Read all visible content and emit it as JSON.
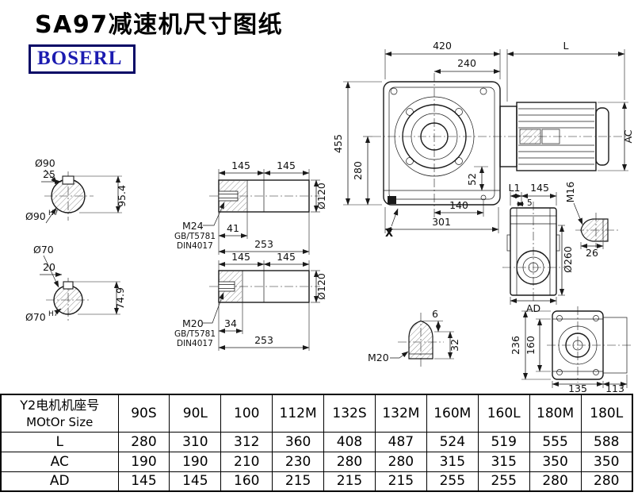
{
  "header": {
    "title": "SA97减速机尺寸图纸",
    "logo": "BOSERL"
  },
  "main_view": {
    "dim_420": "420",
    "dim_L": "L",
    "dim_240": "240",
    "dim_455": "455",
    "dim_280": "280",
    "dim_AC": "AC",
    "dim_52": "52",
    "dim_140": "140",
    "dim_301": "301",
    "label_X": "X"
  },
  "side_view": {
    "dim_L1": "L1",
    "dim_145": "145",
    "dim_5": "5",
    "label_M16": "M16",
    "dim_260": "Ø260",
    "dim_26": "26",
    "dim_AD": "AD"
  },
  "rear_view": {
    "dim_236": "236",
    "dim_160": "160",
    "dim_135": "135",
    "dim_113": "113"
  },
  "cone_detail": {
    "label_M20": "M20",
    "dim_6": "6",
    "dim_32": "32"
  },
  "section_90": {
    "dia": "Ø90",
    "key_w": "25",
    "height": "95.4",
    "fit": "Ø90",
    "fit_tol": "H7"
  },
  "section_70": {
    "dia": "Ø70",
    "key_w": "20",
    "height": "74.9",
    "fit": "Ø70",
    "fit_tol": "H7"
  },
  "shaft_top": {
    "dim_145a": "145",
    "dim_145b": "145",
    "dia": "Ø120",
    "thread": "M24",
    "std1": "GB/T5781",
    "std2": "DIN4017",
    "dim_41": "41",
    "dim_253": "253"
  },
  "shaft_bottom": {
    "dim_145a": "145",
    "dim_145b": "145",
    "dia": "Ø120",
    "thread": "M20",
    "std1": "GB/T5781",
    "std2": "DIN4017",
    "dim_34": "34",
    "dim_253": "253"
  },
  "table": {
    "header_line1": "Y2电机机座号",
    "header_line2": "MOtOr Size",
    "columns": [
      "90S",
      "90L",
      "100",
      "112M",
      "132S",
      "132M",
      "160M",
      "160L",
      "180M",
      "180L"
    ],
    "rows": [
      {
        "label": "L",
        "values": [
          "280",
          "310",
          "312",
          "360",
          "408",
          "487",
          "524",
          "519",
          "555",
          "588"
        ]
      },
      {
        "label": "AC",
        "values": [
          "190",
          "190",
          "210",
          "230",
          "280",
          "280",
          "315",
          "315",
          "350",
          "350"
        ]
      },
      {
        "label": "AD",
        "values": [
          "145",
          "145",
          "160",
          "215",
          "215",
          "215",
          "255",
          "255",
          "280",
          "280"
        ]
      }
    ]
  }
}
